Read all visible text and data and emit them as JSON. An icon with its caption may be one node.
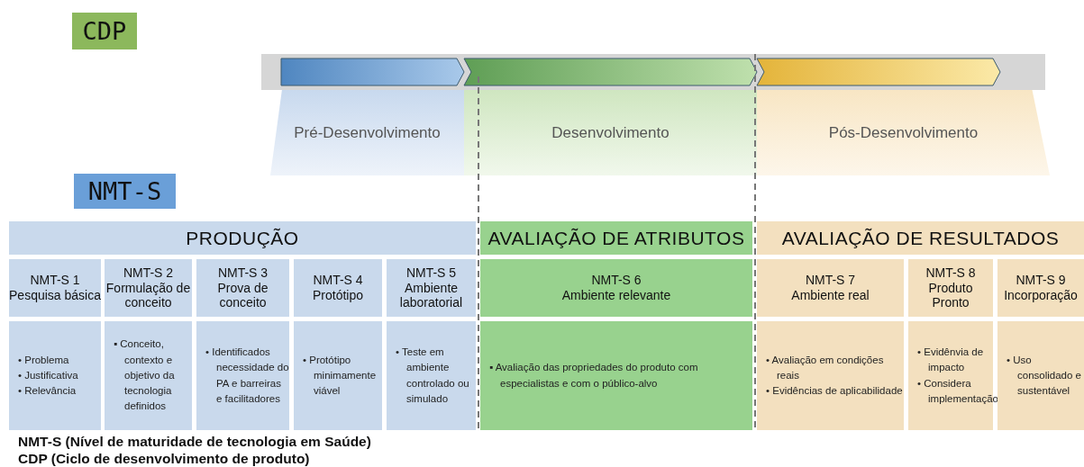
{
  "diagram": {
    "nodes": [
      {
        "text": [
          "CDP"
        ]
      },
      {
        "text": [
          "Pré-Desenvolvimento"
        ]
      },
      {
        "text": [
          "Desenvolvimento"
        ]
      },
      {
        "text": [
          "Pós-Desenvolvimento"
        ]
      },
      {
        "text": [
          "NMT-S"
        ]
      },
      {
        "text": [
          "PRODUÇÃO"
        ]
      },
      {
        "text": [
          "AVALIAÇÃO DE ATRIBUTOS"
        ]
      },
      {
        "text": [
          "AVALIAÇÃO DE RESULTADOS"
        ]
      },
      {
        "text": [
          "NMT-S 1",
          "Pesquisa básica"
        ]
      },
      {
        "text": [
          "NMT-S 2",
          "Formulação de conceito"
        ]
      },
      {
        "text": [
          "NMT-S 3",
          "Prova de conceito"
        ]
      },
      {
        "text": [
          "NMT-S 4",
          "Protótipo"
        ]
      },
      {
        "text": [
          "NMT-S 5",
          "Ambiente laboratorial"
        ]
      },
      {
        "text": [
          "NMT-S 6",
          "Ambiente relevante"
        ]
      },
      {
        "text": [
          "NMT-S 7",
          "Ambiente real"
        ]
      },
      {
        "text": [
          "NMT-S 8",
          "Produto Pronto"
        ]
      },
      {
        "text": [
          "NMT-S 9",
          "Incorporação"
        ]
      },
      {
        "text": [
          "• Problema",
          "• Justificativa",
          "• Relevância"
        ]
      },
      {
        "text": [
          "▪ Conceito, contexto e objetivo da tecnologia definidos"
        ]
      },
      {
        "text": [
          "• Identificados necessidade do PA e barreiras e facilitadores"
        ]
      },
      {
        "text": [
          "• Protótipo minimamente viável"
        ]
      },
      {
        "text": [
          "• Teste em ambiente controlado ou simulado"
        ]
      },
      {
        "text": [
          "▪ Avaliação das propriedades do produto com especialistas e com o público-alvo"
        ]
      },
      {
        "text": [
          "• Avaliação em condições reais",
          "• Evidências de aplicabilidade"
        ]
      },
      {
        "text": [
          "• Evidênvia de impacto",
          "• Considera implementação"
        ]
      },
      {
        "text": [
          "• Uso consolidado e sustentável"
        ]
      }
    ],
    "labels": [
      "NMT-S (Nível de maturidade de tecnologia em Saúde)",
      "CDP (Ciclo de desenvolvimento de produto)"
    ]
  }
}
